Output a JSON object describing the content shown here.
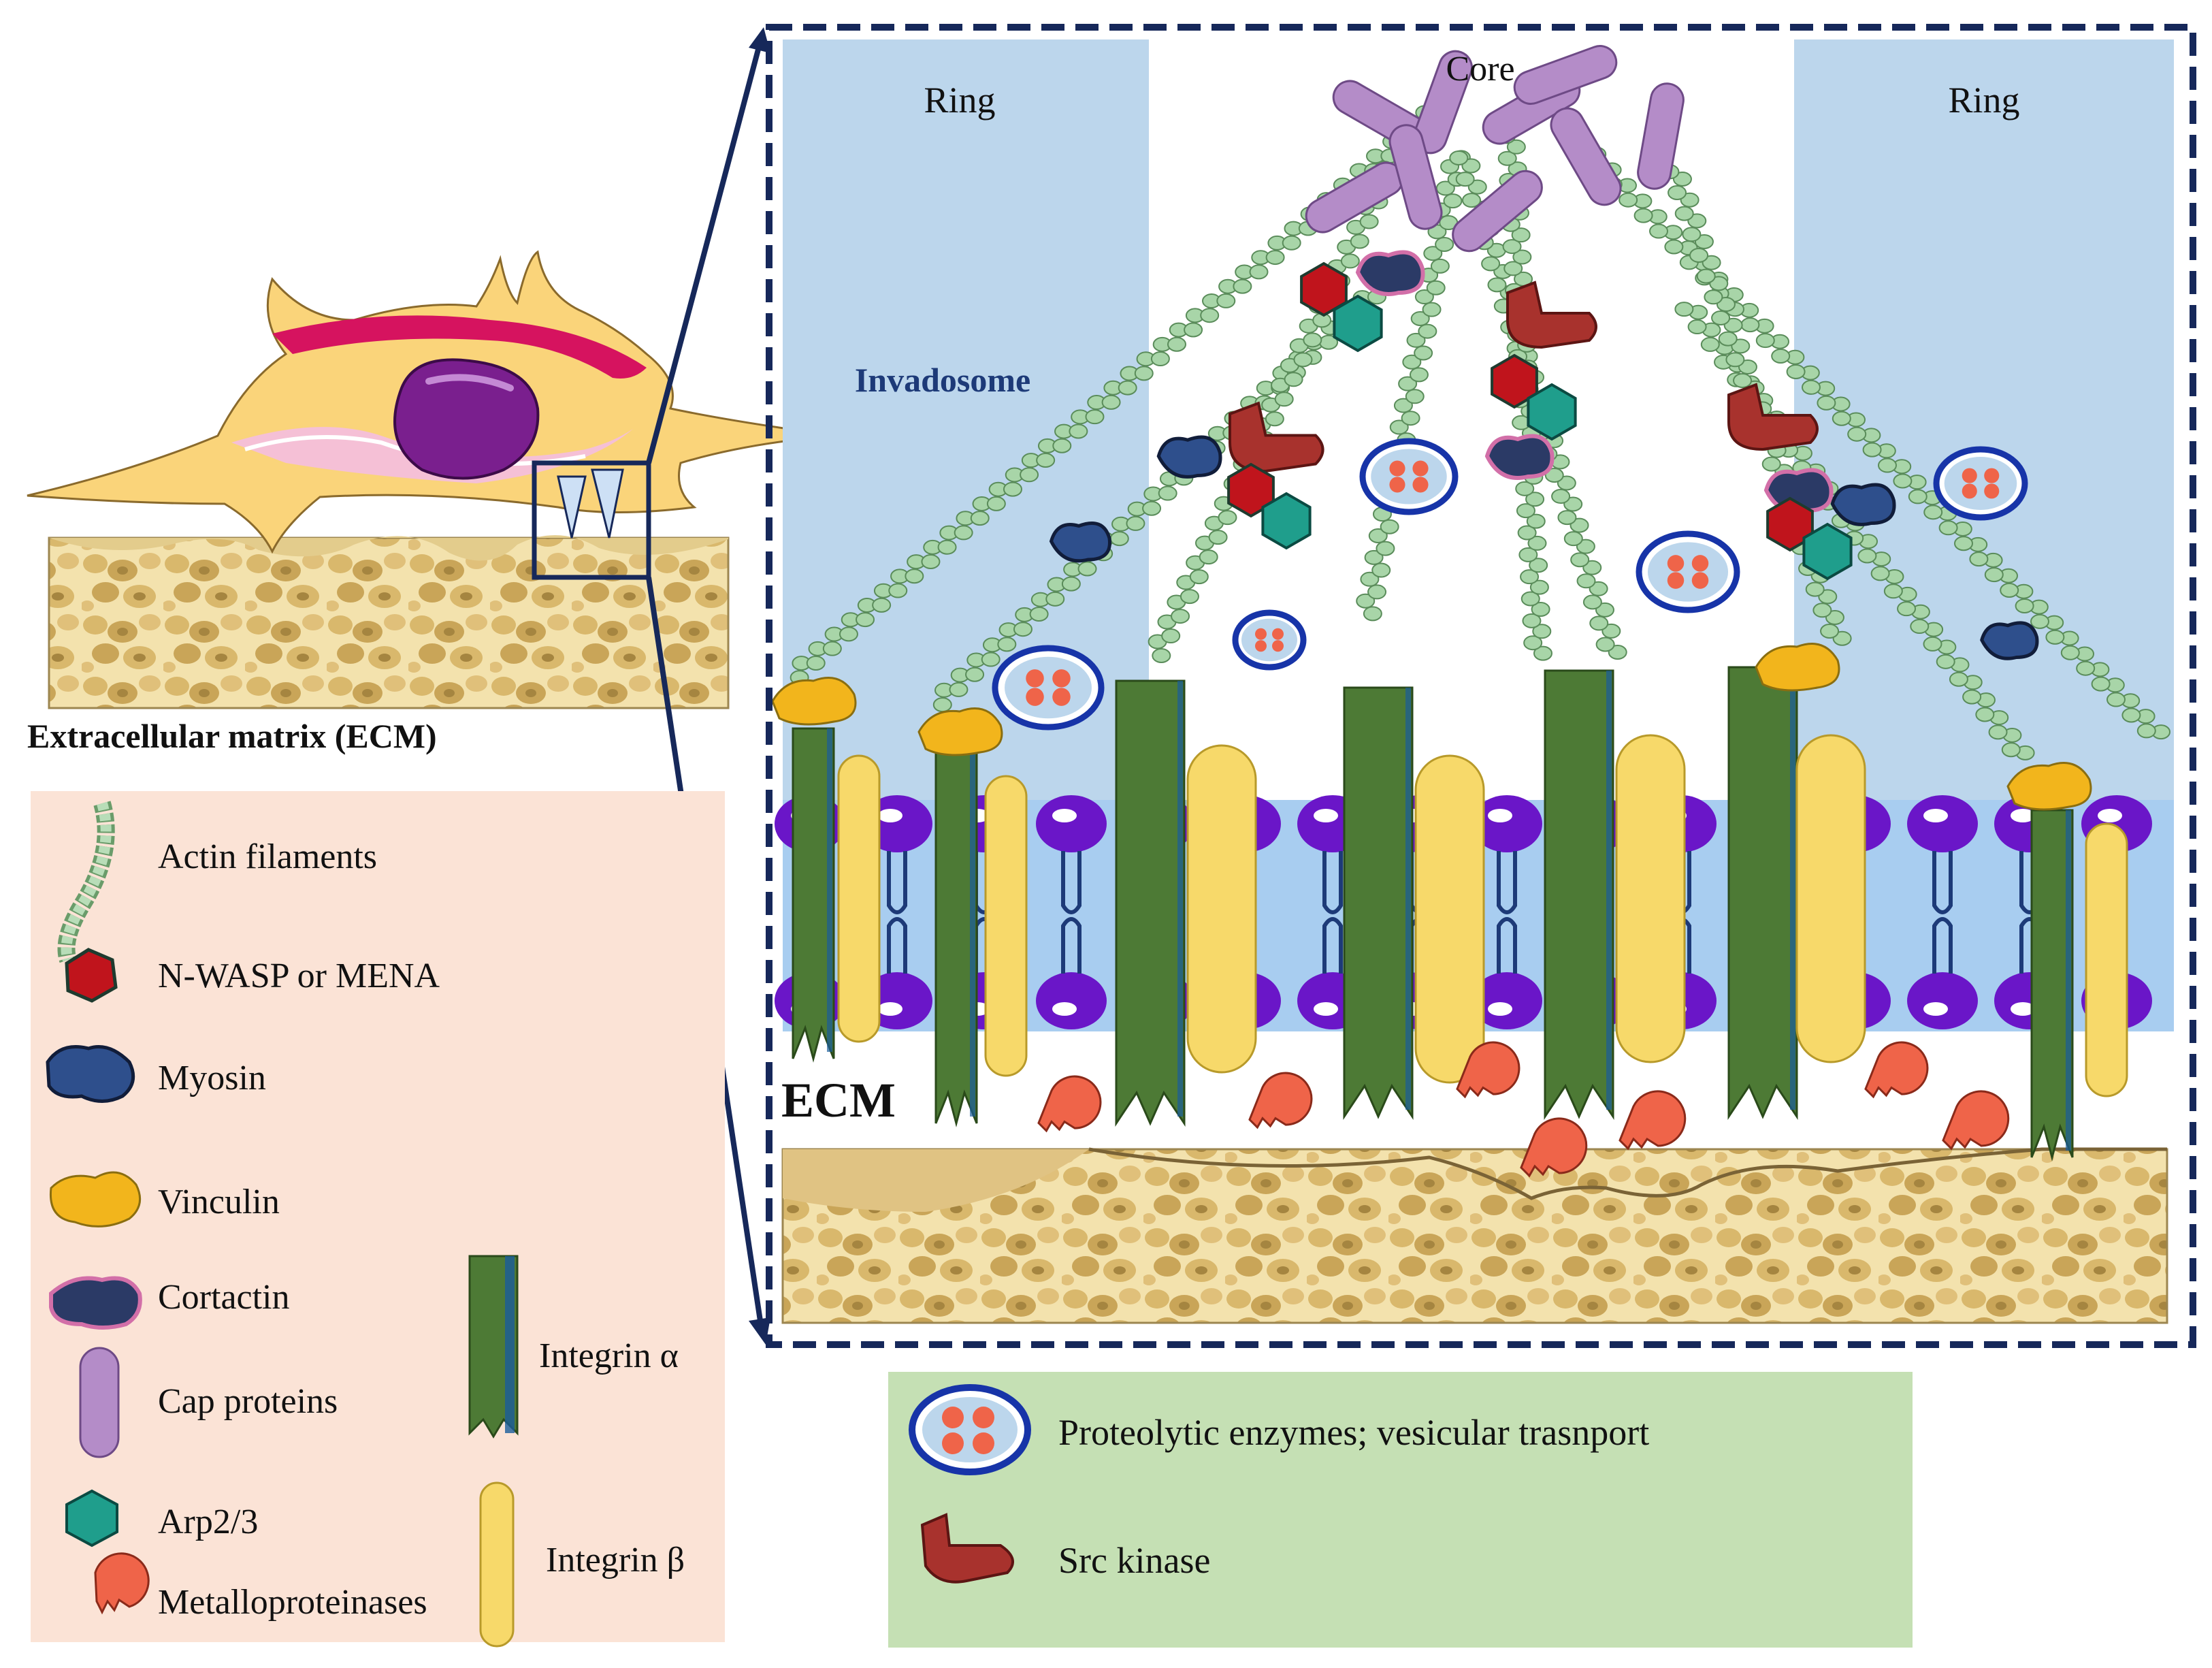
{
  "cell_panel": {
    "ecm_label": "Extracellular matrix (ECM)"
  },
  "zoom_panel": {
    "ring_left": "Ring",
    "ring_right": "Ring",
    "core": "Core",
    "invadosome": "Invadosome",
    "ecm": "ECM"
  },
  "legend": {
    "items": [
      {
        "icon": "actin-filament-icon",
        "label": "Actin filaments"
      },
      {
        "icon": "nwasp-mena-icon",
        "label": "N-WASP or MENA"
      },
      {
        "icon": "myosin-icon",
        "label": "Myosin"
      },
      {
        "icon": "vinculin-icon",
        "label": "Vinculin"
      },
      {
        "icon": "cortactin-icon",
        "label": "Cortactin"
      },
      {
        "icon": "cap-protein-icon",
        "label": "Cap proteins"
      },
      {
        "icon": "arp23-icon",
        "label": "Arp2/3"
      },
      {
        "icon": "metalloproteinase-icon",
        "label": "Metalloproteinases"
      },
      {
        "icon": "integrin-alpha-icon",
        "label": "Integrin α"
      },
      {
        "icon": "integrin-beta-icon",
        "label": "Integrin β"
      }
    ]
  },
  "green_legend": {
    "items": [
      {
        "icon": "vesicle-icon",
        "label": "Proteolytic enzymes; vesicular trasnport"
      },
      {
        "icon": "src-kinase-icon",
        "label": "Src kinase"
      }
    ]
  },
  "colors": {
    "ring_blue": "#bcd6ec",
    "frame_navy": "#16285a",
    "legend_bg": "#fbe3d6",
    "green_legend_bg": "#c5e0b4",
    "actin": "#a8d5a8",
    "integrin_alpha": "#4d7a35",
    "integrin_beta": "#f7d96a",
    "vinculin": "#f2b51c",
    "src": "#a8322d",
    "nwasp": "#c0141c",
    "arp": "#1f9e8c",
    "myosin": "#2e4f8c",
    "cap": "#b48cc8",
    "mmp": "#ef6449",
    "membrane_purple": "#6a16c8",
    "ecm_tan": "#f6e6b4"
  }
}
